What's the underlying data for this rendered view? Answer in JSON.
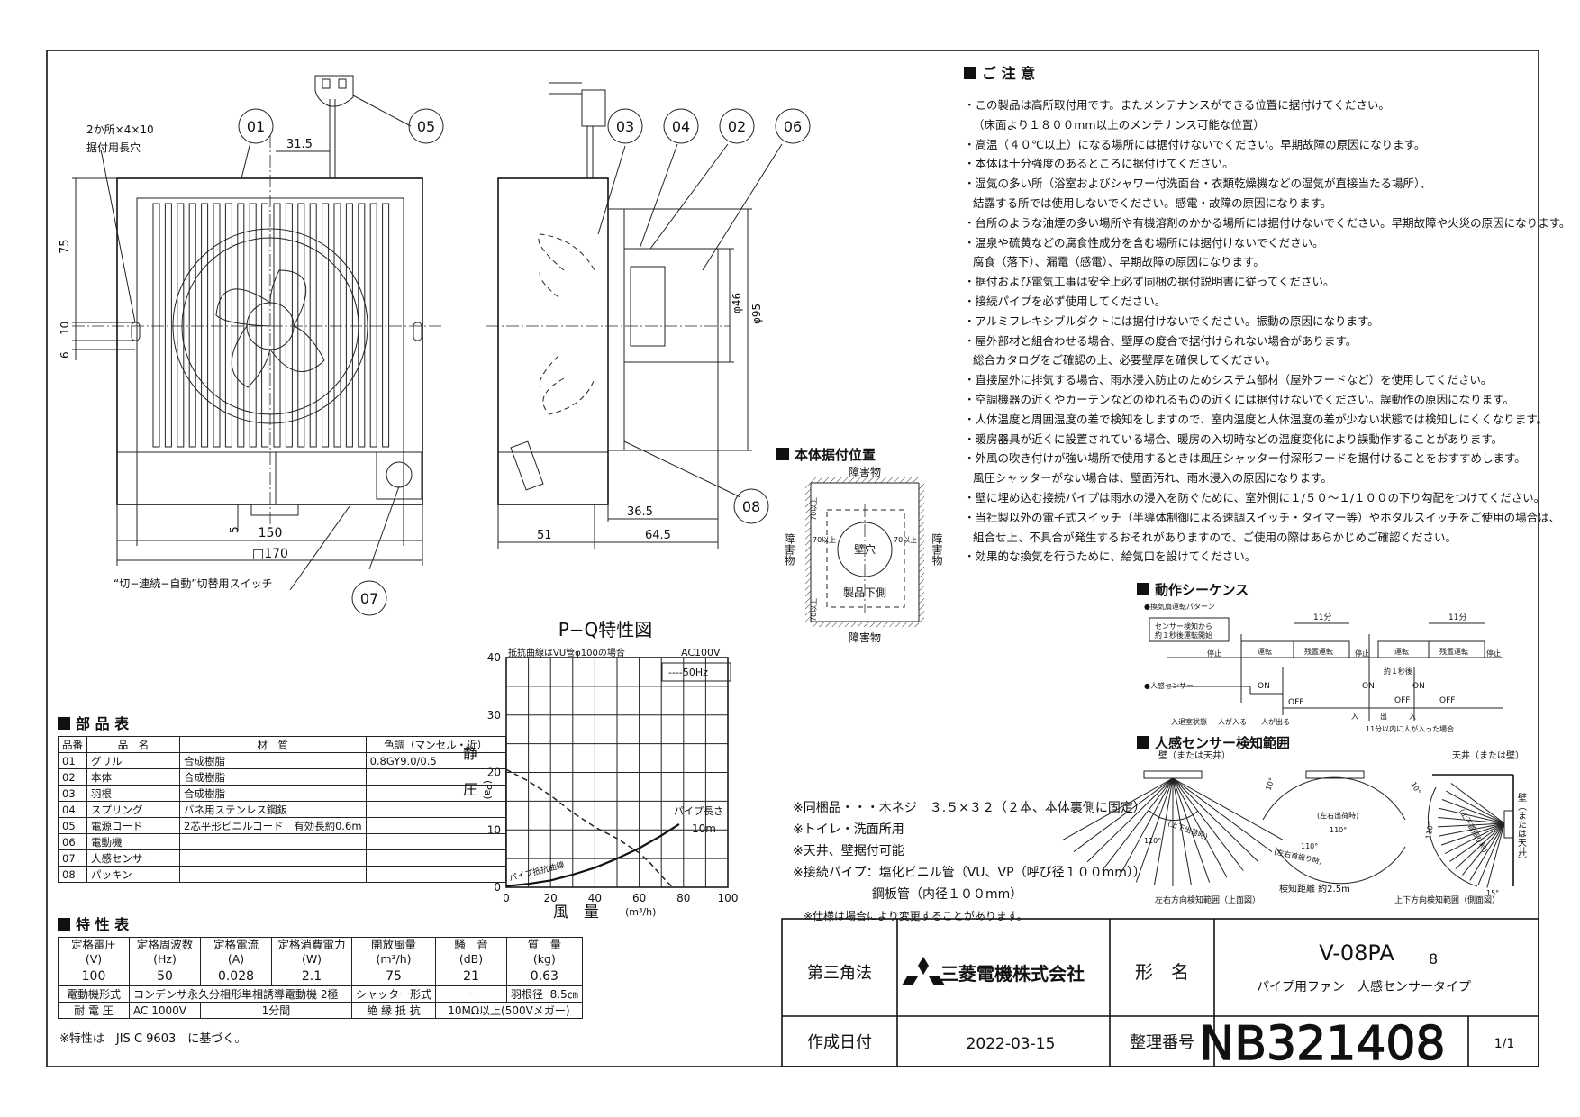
{
  "drawing": {
    "part_callouts": [
      "01",
      "02",
      "03",
      "04",
      "05",
      "06",
      "07",
      "08"
    ],
    "dims": {
      "mount_holes": "2か所×4×10",
      "mount_holes_sub": "据付用長穴",
      "d31_5": "31.5",
      "d75": "75",
      "d10": "10",
      "d6": "6",
      "d5": "5",
      "d150": "150",
      "d170": "□170",
      "d46": "φ46",
      "d95": "φ95",
      "d36_5": "36.5",
      "d51": "51",
      "d64_5": "64.5"
    },
    "switch_label": "“切−連続−自動”切替用スイッチ"
  },
  "mounting": {
    "title": "本体据付位置",
    "obstacle": "障害物",
    "obstacle_left": "障害物",
    "obstacle_right": "障害物",
    "wall_hole": "壁穴",
    "bottom_label": "製品下側",
    "d70_top": "70以上",
    "d70_left": "70以上",
    "d70_right": "70以上",
    "d70_bottom": "70以上"
  },
  "pq_chart": {
    "title": "P−Q特性図",
    "resist_note": "抵抗曲線はVU管φ100の場合",
    "voltage": "AC100V",
    "legend_50hz": "----50Hz",
    "ylabel_chars": [
      "静",
      "圧"
    ],
    "ylabel_unit": "(Pa)",
    "xlabel": "風　量",
    "xlabel_unit": "(m³/h)",
    "pipe_length_label": "パイプ長さ",
    "pipe_length_value": "10m",
    "resist_curve_label": "パイプ抵抗曲線"
  },
  "chart_data": {
    "type": "line",
    "title": "P−Q特性図",
    "xlabel": "風量 (m³/h)",
    "ylabel": "静圧 (Pa)",
    "xlim": [
      0,
      100
    ],
    "ylim": [
      0,
      40
    ],
    "xticks": [
      0,
      20,
      40,
      60,
      80,
      100
    ],
    "yticks": [
      0,
      10,
      20,
      30,
      40
    ],
    "series": [
      {
        "name": "50Hz",
        "style": "dashed",
        "x": [
          0,
          10,
          20,
          30,
          40,
          50,
          60,
          65,
          70,
          75
        ],
        "y": [
          20.5,
          18.5,
          16,
          13,
          10.5,
          8.5,
          6,
          4.2,
          2,
          0
        ]
      },
      {
        "name": "パイプ抵抗曲線",
        "style": "solid",
        "x": [
          0,
          10,
          20,
          30,
          40,
          50,
          60,
          70,
          78
        ],
        "y": [
          0.2,
          0.6,
          1.2,
          2.2,
          3.4,
          5,
          6.8,
          9,
          11
        ]
      }
    ]
  },
  "cautions": {
    "title": "ご 注 意",
    "lines": [
      "・この製品は高所取付用です。またメンテナンスができる位置に据付けてください。",
      "（床面より１８００mm以上のメンテナンス可能な位置）",
      "・高温（４０℃以上）になる場所には据付けないでください。早期故障の原因になります。",
      "・本体は十分強度のあるところに据付けてください。",
      "・湿気の多い所（浴室およびシャワー付洗面台・衣類乾燥機などの湿気が直接当たる場所）、",
      "結露する所では使用しないでください。感電・故障の原因になります。",
      "・台所のような油煙の多い場所や有機溶剤のかかる場所には据付けないでください。早期故障や火災の原因になります。",
      "・温泉や硫黄などの腐食性成分を含む場所には据付けないでください。",
      "腐食（落下）、漏電（感電）、早期故障の原因になります。",
      "・据付および電気工事は安全上必ず同梱の据付説明書に従ってください。",
      "・接続パイプを必ず使用してください。",
      "・アルミフレキシブルダクトには据付けないでください。振動の原因になります。",
      "・屋外部材と組合わせる場合、壁厚の度合で据付けられない場合があります。",
      "総合カタログをご確認の上、必要壁厚を確保してください。",
      "・直接屋外に排気する場合、雨水浸入防止のためシステム部材（屋外フードなど）を使用してください。",
      "・空調機器の近くやカーテンなどのゆれるものの近くには据付けないでください。誤動作の原因になります。",
      "・人体温度と周囲温度の差で検知をしますので、室内温度と人体温度の差が少ない状態では検知しにくくなります。",
      "・暖房器具が近くに設置されている場合、暖房の入切時などの温度変化により誤動作することがあります。",
      "・外風の吹き付けが強い場所で使用するときは風圧シャッター付深形フードを据付けることをおすすめします。",
      "風圧シャッターがない場合は、壁面汚れ、雨水浸入の原因になります。",
      "・壁に埋め込む接続パイプは雨水の浸入を防ぐために、室外側に１/５０～１/１００の下り勾配をつけてください。",
      "・当社製以外の電子式スイッチ（半導体制御による速調スイッチ・タイマー等）やホタルスイッチをご使用の場合は、",
      "組合せ上、不具合が発生するおそれがありますので、ご使用の際はあらかじめご確認ください。",
      "・効果的な換気を行うために、給気口を設けてください。"
    ]
  },
  "sequence": {
    "title": "動作シーケンス",
    "pattern_label": "●換気扇運転パターン",
    "sensor_note_1": "センサー検知から",
    "sensor_note_2": "約１秒後運転開始",
    "eleven_min_1": "11分",
    "eleven_min_2": "11分",
    "stop_1": "停止",
    "run_1": "運転",
    "residual_1": "残置運転",
    "stop_2": "停止",
    "run_2": "運転",
    "residual_2": "残置運転",
    "stop_3": "停止",
    "one_sec": "約１秒後",
    "sensor_label": "●人感センサー",
    "on_1": "ON",
    "off_1": "OFF",
    "on_2": "ON",
    "off_2": "OFF",
    "on_3": "ON",
    "off_3": "OFF",
    "room_state": "入退室状態",
    "enter": "人が入る",
    "leave": "人が出る",
    "in_mark_1": "入",
    "out_mark": "出",
    "in_mark_2": "入",
    "reenter_note": "11分以内に人が入った場合"
  },
  "sensor_range": {
    "title": "人感センサー検知範囲",
    "wall_or_ceiling": "壁（または天井）",
    "ceiling_or_wall": "天井（または壁）",
    "wall_vertical": "壁（または天井）",
    "ud_label": "(上下出荷時)",
    "lr_label": "(左右出荷時)",
    "left_right_label": "(左右首振り時)",
    "updown_label": "(上下首振り時)",
    "angle_110_1": "110°",
    "angle_110_2": "110°",
    "angle_110_3": "110°",
    "angle_110_4": "110°",
    "angle_10_1": "10°",
    "angle_10_2": "10°",
    "angle_15": "15°",
    "detect_dist": "検知距離 約2.5m",
    "caption_lr": "左右方向検知範囲（上面図）",
    "caption_ud": "上下方向検知範囲（側面図）"
  },
  "accessories": {
    "lines": [
      "※同梱品・・・木ネジ　３.５×３２（２本、本体裏側に固定）",
      "※トイレ・洗面所用",
      "※天井、壁据付可能",
      "※接続パイプ：塩化ビニル管（VU、VP（呼び径１００mm））",
      "鋼板管（内径１００mm）"
    ],
    "spec_change": "※仕様は場合により変更することがあります。"
  },
  "parts_table": {
    "title": "部 品 表",
    "headers": [
      "品番",
      "品　名",
      "材　質",
      "色調（マンセル・近）"
    ],
    "rows": [
      [
        "01",
        "グリル",
        "合成樹脂",
        "0.8GY9.0/0.5"
      ],
      [
        "02",
        "本体",
        "合成樹脂",
        ""
      ],
      [
        "03",
        "羽根",
        "合成樹脂",
        ""
      ],
      [
        "04",
        "スプリング",
        "バネ用ステンレス鋼鈑",
        ""
      ],
      [
        "05",
        "電源コード",
        "2芯平形ビニルコード　有効長約0.6m",
        ""
      ],
      [
        "06",
        "電動機",
        "",
        ""
      ],
      [
        "07",
        "人感センサー",
        "",
        ""
      ],
      [
        "08",
        "パッキン",
        "",
        ""
      ]
    ]
  },
  "spec_table": {
    "title": "特 性 表",
    "headers": [
      [
        "定格電圧",
        "(V)"
      ],
      [
        "定格周波数",
        "(Hz)"
      ],
      [
        "定格電流",
        "(A)"
      ],
      [
        "定格消費電力",
        "(W)"
      ],
      [
        "開放風量",
        "(m³/h)"
      ],
      [
        "騒　音",
        "(dB)"
      ],
      [
        "質　量",
        "(kg)"
      ]
    ],
    "values": [
      "100",
      "50",
      "0.028",
      "2.1",
      "75",
      "21",
      "0.63"
    ],
    "motor_label": "電動機形式",
    "motor_value": "コンデンサ永久分相形単相誘導電動機 2極",
    "shutter_label": "シャッター形式",
    "shutter_value": "-",
    "blade_label": "羽根径",
    "blade_value": "8.5㎝",
    "withstand_label": "耐 電 圧",
    "withstand_value": "AC 1000V",
    "withstand_time": "1分間",
    "insulation_label": "絶 縁 抵 抗",
    "insulation_value": "10MΩ以上(500Vメガー)",
    "note": "※特性は　JIS C 9603　に基づく。"
  },
  "title_block": {
    "projection": "第三角法",
    "company": "三菱電機株式会社",
    "model_label": "形　名",
    "model": "V-08PA",
    "model_suffix": "8",
    "description": "パイプ用ファン　人感センサータイプ",
    "date_label": "作成日付",
    "date": "2022-03-15",
    "number_label": "整理番号",
    "number": "NB321408",
    "page": "1/1"
  }
}
